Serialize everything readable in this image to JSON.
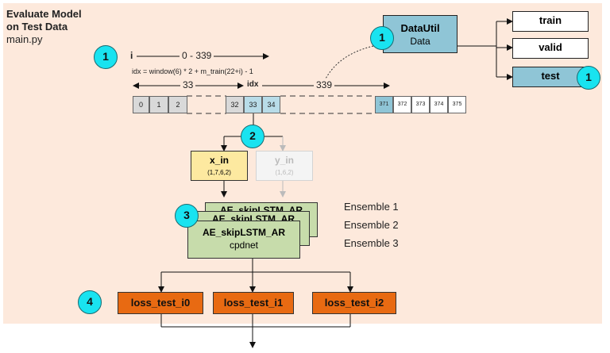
{
  "header": {
    "title_line1": "Evaluate Model",
    "title_line2": "on Test Data",
    "file": "main.py"
  },
  "datautil": {
    "name": "DataUtil",
    "sub": "Data"
  },
  "splits": {
    "train": "train",
    "valid": "valid",
    "test": "test"
  },
  "loop": {
    "var": "i",
    "range": "0 - 339",
    "idx_formula": "idx = window(6) * 2 + m_train(22+i) - 1",
    "span_left": "33",
    "idx_label": "idx",
    "span_right": "339"
  },
  "cells_left": [
    "0",
    "1",
    "2"
  ],
  "cells_mid": [
    "32",
    "33",
    "34"
  ],
  "cells_right": [
    "371",
    "372",
    "373",
    "374",
    "375"
  ],
  "x_in": {
    "name": "x_in",
    "shape": "(1,7,6,2)"
  },
  "y_in": {
    "name": "y_in",
    "shape": "(1,6,2)"
  },
  "model": {
    "back2": "AE_skipLSTM_AR",
    "back1": "AE_skipLSTM_AR",
    "front": "AE_skipLSTM_AR",
    "sub": "cpdnet"
  },
  "ensembles": [
    "Ensemble 1",
    "Ensemble 2",
    "Ensemble 3"
  ],
  "losses": [
    "loss_test_i0",
    "loss_test_i1",
    "loss_test_i2"
  ],
  "steps": {
    "s1a": "1",
    "s1b": "1",
    "s1c": "1",
    "s2": "2",
    "s3": "3",
    "s4": "4"
  },
  "colors": {
    "background": "#fde9dc",
    "step_circle": "#19e3f0",
    "datautil": "#8fc5d6",
    "x_in": "#fde9a0",
    "model": "#c7dcab",
    "loss": "#e86a12"
  }
}
